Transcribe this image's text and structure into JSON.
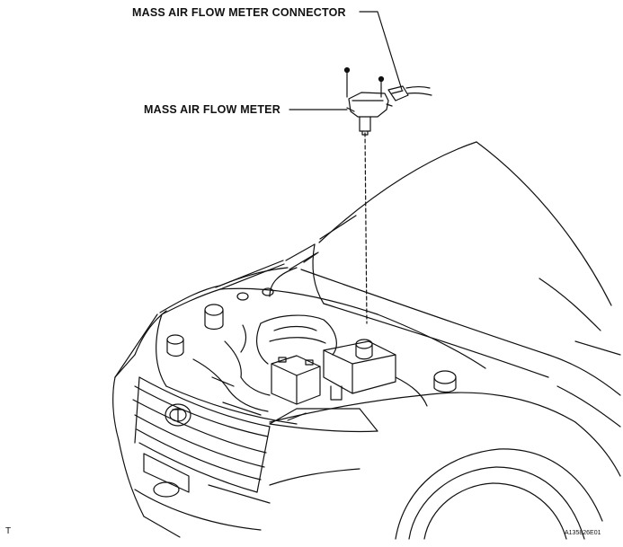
{
  "labels": {
    "connector": "MASS AIR FLOW METER CONNECTOR",
    "meter": "MASS AIR FLOW METER"
  },
  "corner": {
    "left_mark": "T",
    "figure_id": "A135826E01"
  },
  "colors": {
    "line": "#111111",
    "background": "#ffffff"
  }
}
